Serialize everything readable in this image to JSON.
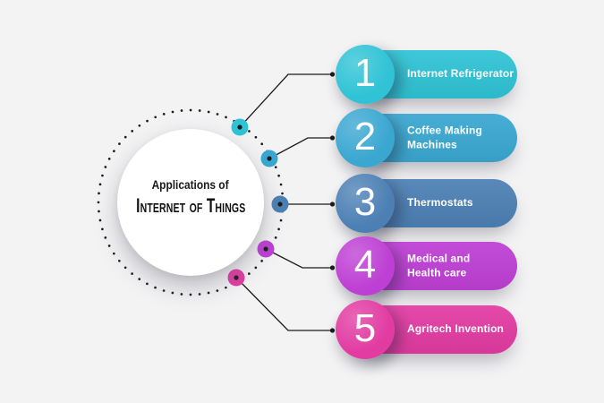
{
  "canvas": {
    "background": "#F3F3F4"
  },
  "center": {
    "title_line1": "Applications of",
    "title_line2": "Internet of Things",
    "circle_color": "#FFFFFF",
    "text_color": "#1A1A1A"
  },
  "connectors": {
    "line_color": "#1B1B1B",
    "endpoint_dot_color": "#1B1B1B",
    "ring_dot_color": "#1B1B1B"
  },
  "items": [
    {
      "number": "1",
      "label": [
        "Internet Refrigerator"
      ],
      "color": "#2FC3D5"
    },
    {
      "number": "2",
      "label": [
        "Coffee Making",
        "Machines"
      ],
      "color": "#3AA7D1"
    },
    {
      "number": "3",
      "label": [
        "Thermostats"
      ],
      "color": "#4C80B4"
    },
    {
      "number": "4",
      "label": [
        "Medical and",
        "Health care"
      ],
      "color": "#BE3FD4"
    },
    {
      "number": "5",
      "label": [
        "Agritech Invention"
      ],
      "color": "#E23BA2"
    }
  ],
  "label_text_color": "#FFFFFF"
}
